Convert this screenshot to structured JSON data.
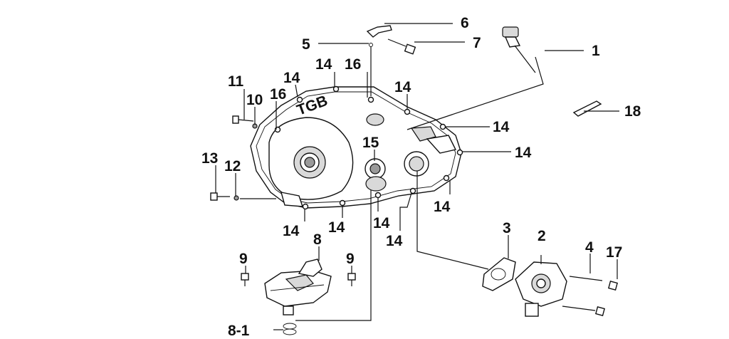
{
  "labels": {
    "l1": "1",
    "l2": "2",
    "l3": "3",
    "l4": "4",
    "l5": "5",
    "l6": "6",
    "l7": "7",
    "l8": "8",
    "l8_1": "8-1",
    "l9": "9",
    "l10": "10",
    "l11": "11",
    "l12": "12",
    "l13": "13",
    "l14": "14",
    "l15": "15",
    "l16": "16",
    "l17": "17",
    "l18": "18"
  },
  "cover_logo": "TGB"
}
